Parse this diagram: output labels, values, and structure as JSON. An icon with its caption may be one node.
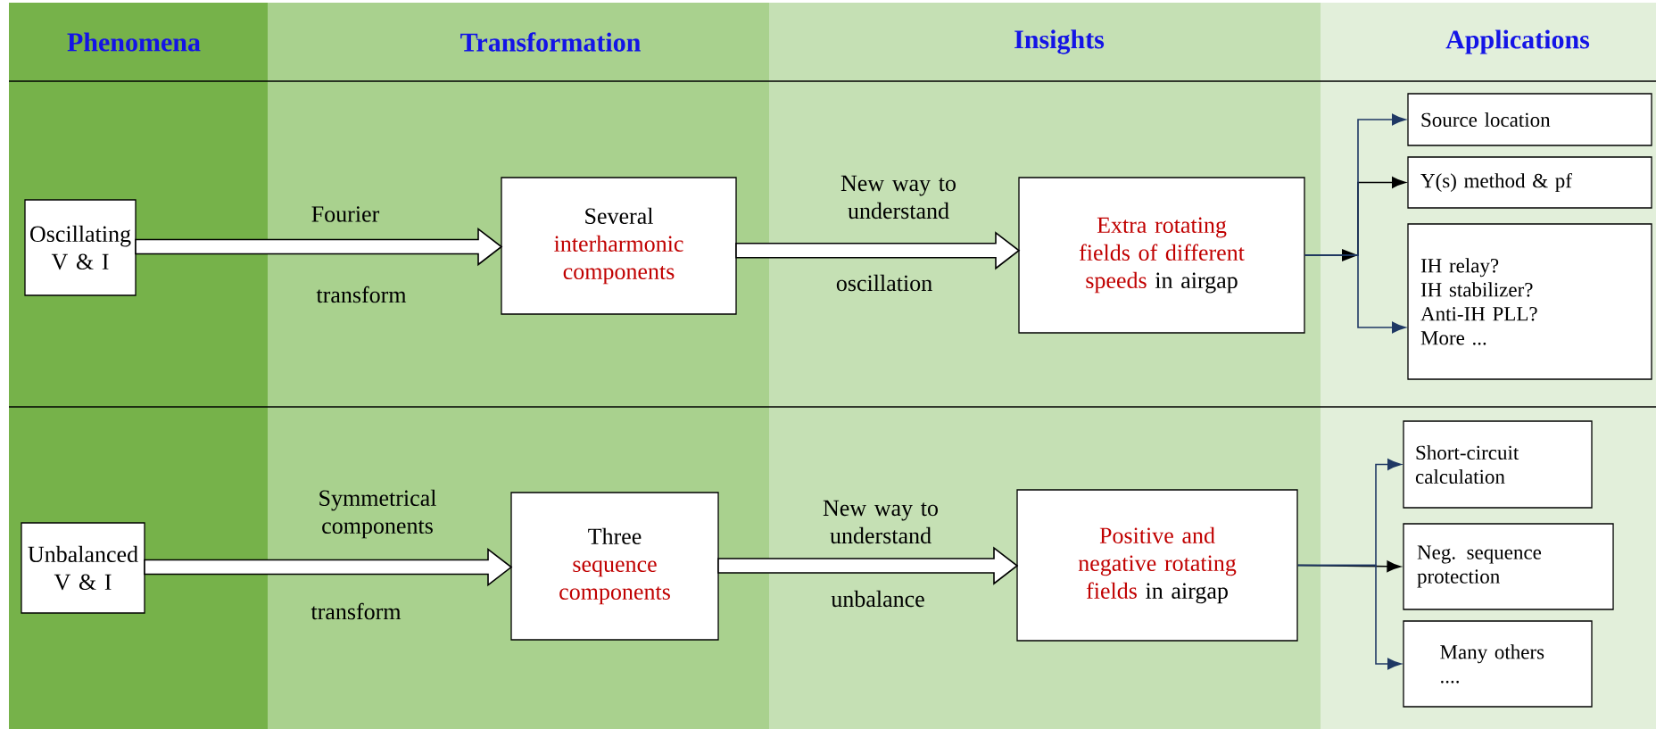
{
  "diagram": {
    "nodes": [
      {
        "text": [
          "Oscillating V & I"
        ]
      },
      {
        "text": [
          "Several",
          "interharmonic components"
        ]
      },
      {
        "text": [
          "Extra rotating fields of different speeds",
          "in airgap"
        ]
      },
      {
        "text": [
          "Source location"
        ]
      },
      {
        "text": [
          "Y(s) method & pf"
        ]
      },
      {
        "text": [
          "IH relay?",
          "IH stabilizer?",
          "Anti-IH PLL?",
          "More ..."
        ]
      },
      {
        "text": [
          "Unbalanced V & I"
        ]
      },
      {
        "text": [
          "Three",
          "sequence components"
        ]
      },
      {
        "text": [
          "Positive and negative rotating fields",
          "in airgap"
        ]
      },
      {
        "text": [
          "Short-circuit calculation"
        ]
      },
      {
        "text": [
          "Neg. sequence protection"
        ]
      },
      {
        "text": [
          "Many others ...."
        ]
      }
    ],
    "edges": [
      {
        "from": 0,
        "to": 1,
        "arrow": "to",
        "style": "thick"
      },
      {
        "from": 1,
        "to": 2,
        "arrow": "to",
        "style": "thick"
      },
      {
        "from": 2,
        "to": 3,
        "arrow": "to",
        "color": "#1f3864"
      },
      {
        "from": 2,
        "to": 4,
        "arrow": "to",
        "color": "#000000"
      },
      {
        "from": 2,
        "to": 5,
        "arrow": "to",
        "color": "#1f3864"
      },
      {
        "from": 6,
        "to": 7,
        "arrow": "to",
        "style": "thick"
      },
      {
        "from": 7,
        "to": 8,
        "arrow": "to",
        "style": "thick"
      },
      {
        "from": 8,
        "to": 9,
        "arrow": "to",
        "color": "#1f3864"
      },
      {
        "from": 8,
        "to": 10,
        "arrow": "to",
        "color": "#000000"
      },
      {
        "from": 8,
        "to": 11,
        "arrow": "to",
        "color": "#1f3864"
      }
    ],
    "labels": [
      "Phenomena",
      "Transformation",
      "Insights",
      "Applications",
      "Fourier",
      "transform",
      "New way to understand",
      "oscillation",
      "Symmetrical components",
      "transform",
      "New way to understand",
      "unbalance"
    ]
  }
}
